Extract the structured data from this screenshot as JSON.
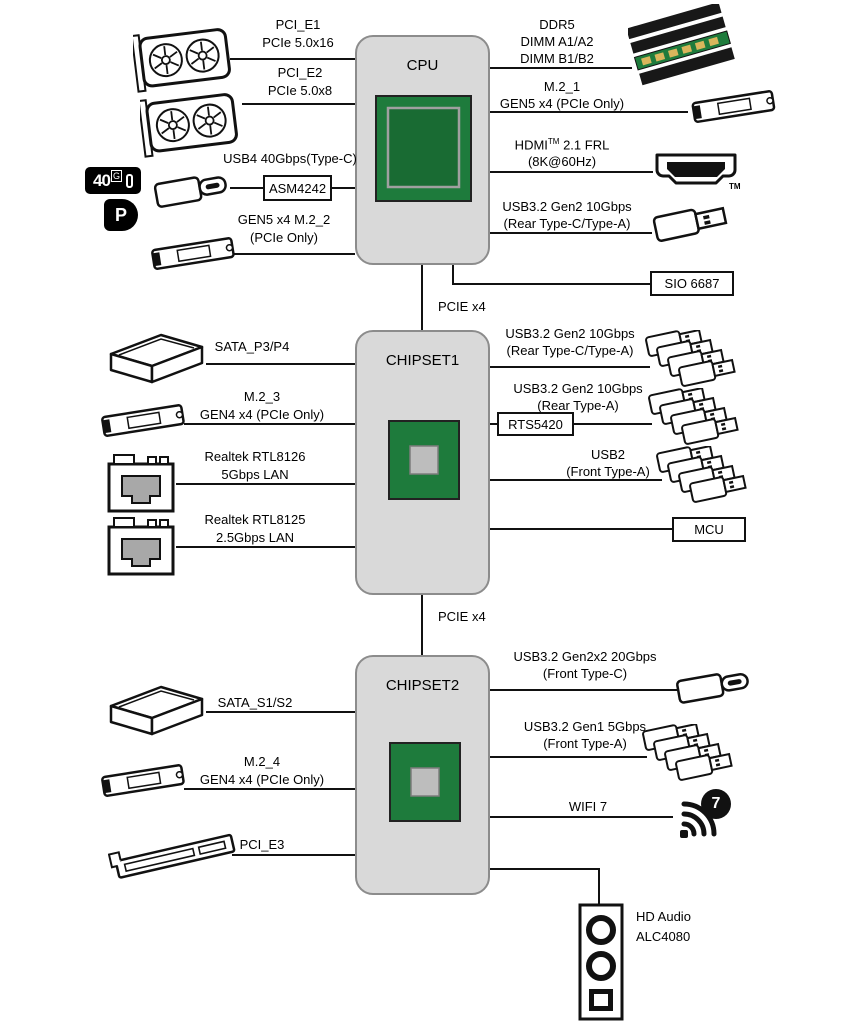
{
  "blocks": {
    "cpu": "CPU",
    "chipset1": "CHIPSET1",
    "chipset2": "CHIPSET2"
  },
  "buses": {
    "top": "PCIE x4",
    "bottom": "PCIE x4"
  },
  "chips": {
    "asm4242": "ASM4242",
    "sio6687": "SIO 6687",
    "rts5420": "RTS5420",
    "mcu": "MCU"
  },
  "cpu_left": {
    "pcie1_1": "PCI_E1",
    "pcie1_2": "PCIe 5.0x16",
    "pcie2_1": "PCI_E2",
    "pcie2_2": "PCIe 5.0x8",
    "usb4": "USB4 40Gbps(Type-C)",
    "m22_1": "GEN5 x4 M.2_2",
    "m22_2": "(PCIe Only)"
  },
  "cpu_right": {
    "ddr_1": "DDR5",
    "ddr_2": "DIMM A1/A2",
    "ddr_3": "DIMM B1/B2",
    "m21_1": "M.2_1",
    "m21_2": "GEN5 x4 (PCIe Only)",
    "hdmi_name": "HDMI",
    "hdmi_tm": "TM",
    "hdmi_rest": " 2.1 FRL",
    "hdmi_2": "(8K@60Hz)",
    "usb_1": "USB3.2 Gen2 10Gbps",
    "usb_2": "(Rear Type-C/Type-A)"
  },
  "chipset1_left": {
    "sata": "SATA_P3/P4",
    "m23_1": "M.2_3",
    "m23_2": "GEN4 x4 (PCIe Only)",
    "lan1_1": "Realtek RTL8126",
    "lan1_2": "5Gbps LAN",
    "lan2_1": "Realtek RTL8125",
    "lan2_2": "2.5Gbps LAN"
  },
  "chipset1_right": {
    "usbA_1": "USB3.2 Gen2 10Gbps",
    "usbA_2": "(Rear Type-C/Type-A)",
    "usbB_1": "USB3.2 Gen2 10Gbps",
    "usbB_2": "(Rear Type-A)",
    "usbC_1": "USB2",
    "usbC_2": "(Front Type-A)"
  },
  "chipset2_left": {
    "sata": "SATA_S1/S2",
    "m24_1": "M.2_4",
    "m24_2": "GEN4 x4 (PCIe Only)",
    "pcie3": "PCI_E3"
  },
  "chipset2_right": {
    "usbA_1": "USB3.2 Gen2x2 20Gbps",
    "usbA_2": "(Front Type-C)",
    "usbB_1": "USB3.2 Gen1 5Gbps",
    "usbB_2": "(Front Type-A)",
    "wifi": "WIFI 7",
    "audio_1": "HD Audio",
    "audio_2": "ALC4080"
  },
  "icon_text": {
    "badge40_num": "40",
    "badge40_unit": "G",
    "dp_letter": "P",
    "wifi_num": "7",
    "hdmi_port_tm": "TM"
  },
  "colors": {
    "chip_green": "#1e7b3c",
    "block_fill": "#d9d9d9",
    "block_border": "#8c8c8c",
    "line": "#111111"
  }
}
